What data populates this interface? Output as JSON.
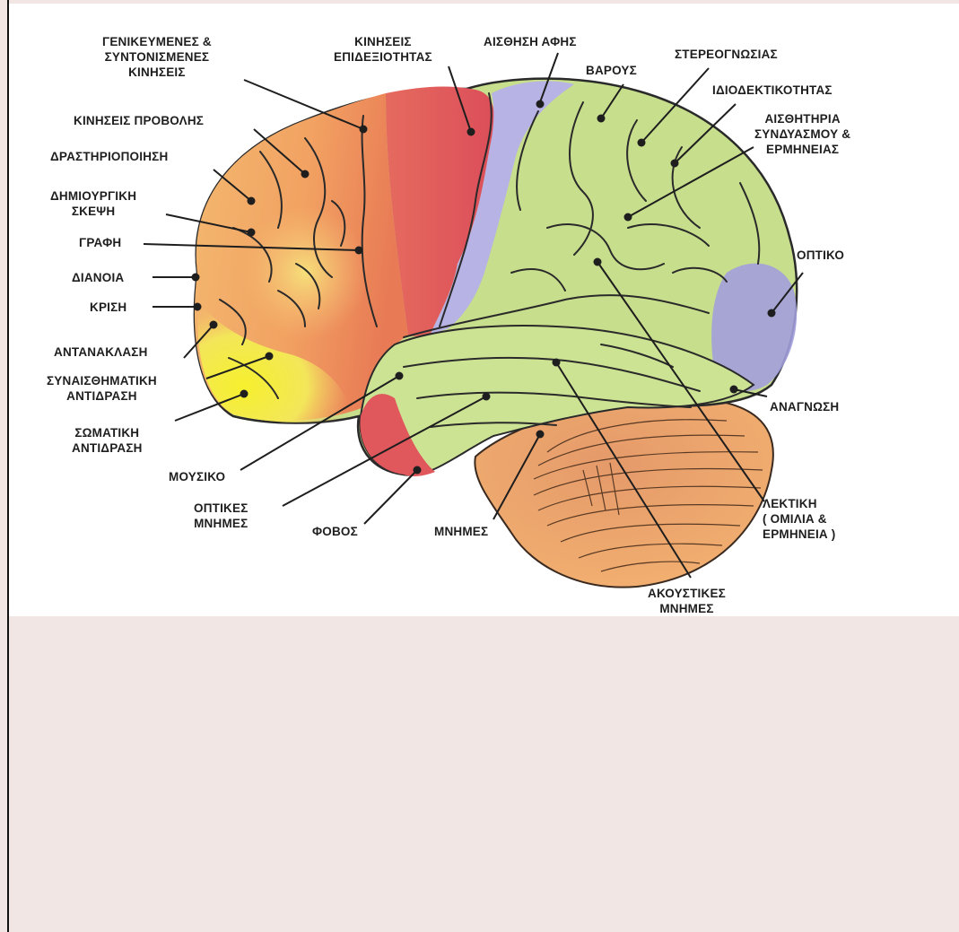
{
  "colors": {
    "background": "#f1e6e4",
    "frontal": "#f0a15a",
    "prefrontal_yellow": "#f4ec3a",
    "motor_red": "#e0555a",
    "sensory_blue": "#b9b6e6",
    "parietal_green": "#c4dc86",
    "temporal_green": "#c9e08e",
    "occipital_purple": "#9d98d8",
    "cerebellum": "#eea766"
  },
  "labels": {
    "coordinated_movements": "ΓΕΝΙΚΕΥΜΕΝΕΣ &\nΣΥΝΤΟΝΙΣΜΕΝΕΣ\nΚΙΝΗΣΕΙΣ",
    "skilled_movements": "ΚΙΝΗΣΕΙΣ\nΕΠΙΔΕΞΙΟΤΗΤΑΣ",
    "touch_sensation": "ΑΙΣΘΗΣΗ ΑΦΗΣ",
    "weight": "ΒΑΡΟΥΣ",
    "stereognosis": "ΣΤΕΡΕΟΓΝΩΣΙΑΣ",
    "proprioception": "ΙΔΙΟΔΕΚΤΙΚΟΤΗΤΑΣ",
    "sensory_association": "ΑΙΣΘΗΤΗΡΙΑ\nΣΥΝΔΥΑΣΜΟΥ &\nΕΡΜΗΝΕΙΑΣ",
    "projection_movements": "ΚΙΝΗΣΕΙΣ ΠΡΟΒΟΛΗΣ",
    "activation": "ΔΡΑΣΤΗΡΙΟΠΟΙΗΣΗ",
    "creative_thinking": "ΔΗΜΙΟΥΡΓΙΚΗ\nΣΚΕΨΗ",
    "writing": "ΓΡΑΦΗ",
    "intellect": "ΔΙΑΝΟΙΑ",
    "judgement": "ΚΡΙΣΗ",
    "reflection": "ΑΝΤΑΝΑΚΛΑΣΗ",
    "emotional_reaction": "ΣΥΝΑΙΣΘΗΜΑΤΙΚΗ\nΑΝΤΙΔΡΑΣΗ",
    "somatic_reaction": "ΣΩΜΑΤΙΚΗ\nΑΝΤΙΔΡΑΣΗ",
    "visual": "ΟΠΤΙΚΟ",
    "reading": "ΑΝΑΓΝΩΣΗ",
    "musical": "ΜΟΥΣΙΚΟ",
    "visual_memories": "ΟΠΤΙΚΕΣ\nΜΝΗΜΕΣ",
    "fear": "ΦΟΒΟΣ",
    "memories": "ΜΝΗΜΕΣ",
    "verbal": "ΛΕΚΤΙΚΗ\n( ΟΜΙΛΙΑ &\nΕΡΜΗΝΕΙΑ )",
    "auditory_memories": "ΑΚΟΥΣΤΙΚΕΣ\nΜΝΗΜΕΣ"
  }
}
